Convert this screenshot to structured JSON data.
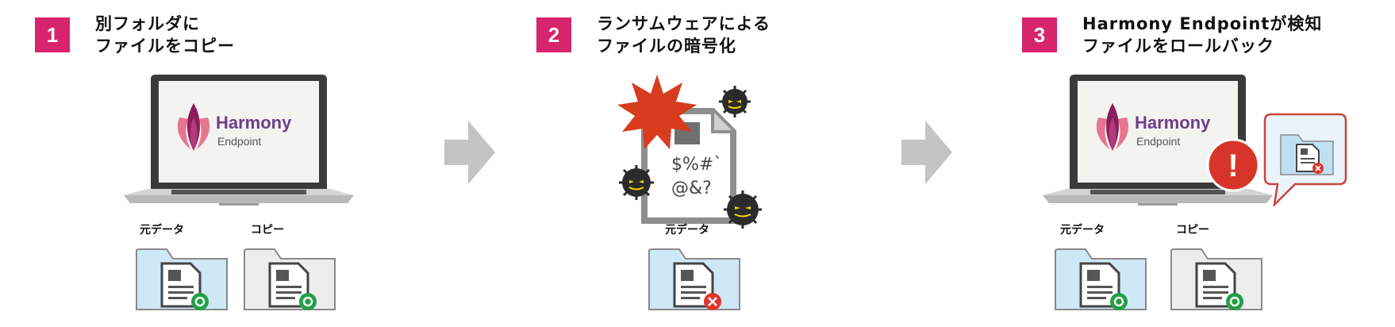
{
  "steps": [
    {
      "number": "1",
      "title_line1": "別フォルダに",
      "title_line2": "ファイルをコピー",
      "screen_brand": "Harmony",
      "screen_sub": "Endpoint",
      "folder_label_original": "元データ",
      "folder_label_copy": "コピー",
      "original_status": "ok",
      "copy_status": "ok"
    },
    {
      "number": "2",
      "title_line1": "ランサムウェアによる",
      "title_line2": "ファイルの暗号化",
      "encrypted_line1": "$%#`",
      "encrypted_line2": "@&?",
      "folder_label_original": "元データ",
      "original_status": "error"
    },
    {
      "number": "3",
      "title_line1": "Harmony Endpointが検知",
      "title_line2": "ファイルをロールバック",
      "screen_brand": "Harmony",
      "screen_sub": "Endpoint",
      "folder_label_original": "元データ",
      "folder_label_copy": "コピー",
      "original_status": "ok",
      "copy_status": "ok",
      "alert_symbol": "!"
    }
  ],
  "colors": {
    "badge": "#d6246e",
    "arrow": "#c4c4c4",
    "ok": "#22a046",
    "error": "#e0352b",
    "folder_blue": "#cfe8f6",
    "folder_gray": "#ededed",
    "alert": "#d8352a",
    "burst": "#d83b1e",
    "virus": "#2b2b2b"
  }
}
